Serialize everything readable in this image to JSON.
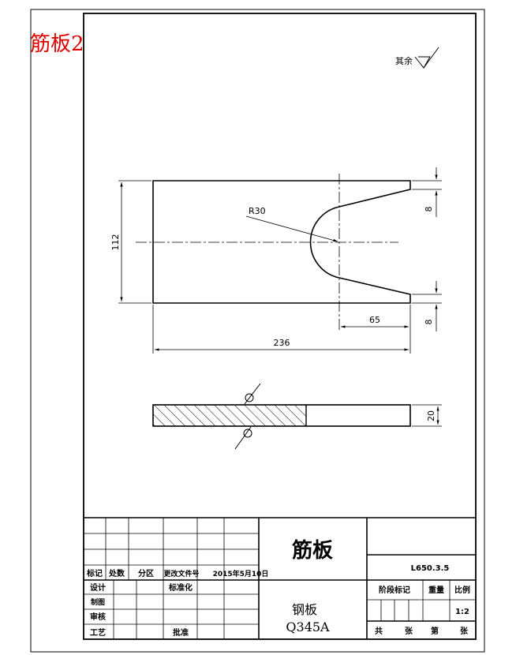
{
  "sheet_title": "筋板2",
  "surface_note": {
    "text": "其余"
  },
  "dimensions": {
    "radius": "R30",
    "height": "112",
    "width": "236",
    "slot_length": "65",
    "top_edge": "8",
    "bottom_edge": "8",
    "thickness": "20"
  },
  "title_block": {
    "part_name": "筋板",
    "drawing_number": "L650.3.5",
    "material_line1": "钢板",
    "material_line2": "Q345A",
    "headers": {
      "mark": "标记",
      "count": "处数",
      "zone": "分区",
      "change_doc": "更改文件号",
      "date": "2015年5月10日"
    },
    "roles": {
      "design": "设计",
      "drafting": "制图",
      "review": "审核",
      "process": "工艺",
      "standardization": "标准化",
      "approval": "批准"
    },
    "stage_mark": "阶段标记",
    "weight": "重量",
    "scale_label": "比例",
    "scale_value": "1:2",
    "total_label": "共",
    "sheets_label": "张",
    "sheet_label": "第",
    "sheet_end": "张"
  },
  "colors": {
    "title_red": "#dd0000",
    "line": "#000000"
  }
}
